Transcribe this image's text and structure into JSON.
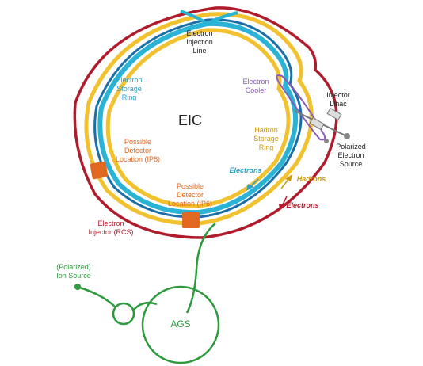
{
  "colors": {
    "rcs": "#b01c2c",
    "hadron": "#f2c12e",
    "electron_ring": "#2bb3d6",
    "electron_ring_dark": "#1a6fa8",
    "cooler": "#8a5cb8",
    "ags": "#2e9a3e",
    "detector": "#e06820",
    "ion_source": "#2e9a3e",
    "text_dark": "#222222",
    "text_blue": "#2a9fc9",
    "text_orange": "#e06820",
    "text_gold": "#c99a10",
    "text_red": "#b01c2c",
    "text_purple": "#8a5cb8",
    "text_green": "#2e9a3e"
  },
  "title": "EIC",
  "labels": {
    "electron_injection": [
      "Electron",
      "Injection",
      "Line"
    ],
    "electron_storage": [
      "Electron",
      "Storage",
      "Ring"
    ],
    "electron_cooler": [
      "Electron",
      "Cooler"
    ],
    "injector_linac": [
      "Injector",
      "Linac"
    ],
    "hadron_storage": [
      "Hadron",
      "Storage",
      "Ring"
    ],
    "polarized_source": [
      "Polarized",
      "Electron",
      "Source"
    ],
    "detector_ip8": [
      "Possible",
      "Detector",
      "Location (IP8)"
    ],
    "detector_ip6": [
      "Possible",
      "Detector",
      "Location (IP6)"
    ],
    "electrons_blue": "Electrons",
    "hadrons": "Hadrons",
    "electrons_red": "Electrons",
    "electron_injector": [
      "Electron",
      "Injector (RCS)"
    ],
    "ion_source": [
      "(Polarized)",
      "Ion Source"
    ],
    "ags": "AGS"
  },
  "icons": {
    "detector": "square-block",
    "ion_source": "dot",
    "direction_arrow": "arrow"
  }
}
